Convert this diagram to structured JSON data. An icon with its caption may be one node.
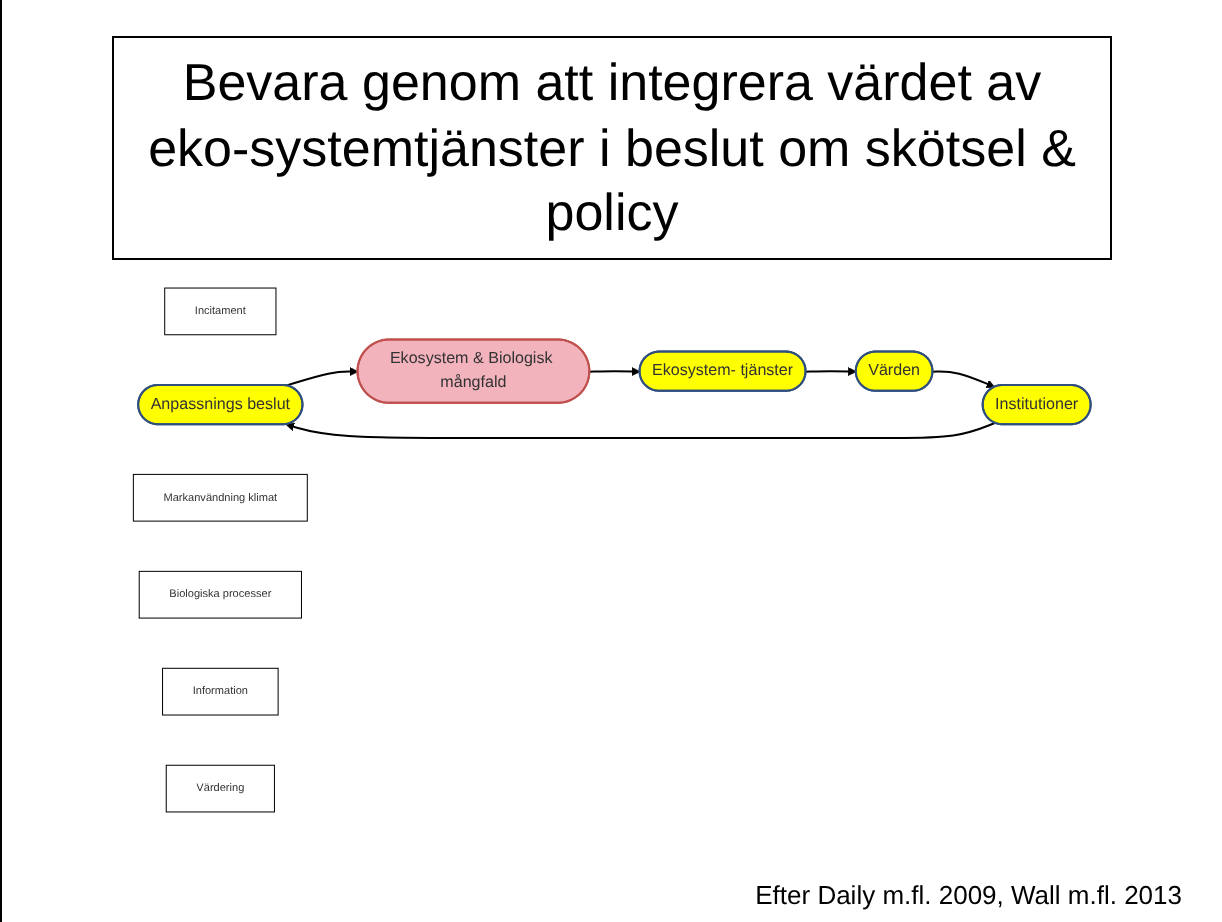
{
  "diagram": {
    "title": "Bevara genom att integrera värdet av eko-systemtjänster i beslut om skötsel & policy",
    "caption": "Efter Daily m.fl. 2009, Wall m.fl. 2013",
    "nodes": [
      {
        "text": [
          "Incitament"
        ]
      },
      {
        "text": [
          "Anpassnings beslut"
        ]
      },
      {
        "text": [
          "Markanvändning klimat"
        ]
      },
      {
        "text": [
          "Institutioner"
        ]
      },
      {
        "text": [
          "Ekosystem & Biologisk mångfald"
        ]
      },
      {
        "text": [
          "Biologiska processer"
        ]
      },
      {
        "text": [
          "Information"
        ]
      },
      {
        "text": [
          "Värden"
        ]
      },
      {
        "text": [
          "Ekosystem- tjänster"
        ]
      },
      {
        "text": [
          "Värdering"
        ]
      }
    ],
    "edges": [
      {
        "from": 1,
        "to": 4,
        "arrow": "to"
      },
      {
        "from": 4,
        "to": 8,
        "arrow": "to"
      },
      {
        "from": 8,
        "to": 7,
        "arrow": "to"
      },
      {
        "from": 7,
        "to": 3,
        "arrow": "to"
      },
      {
        "from": 3,
        "to": 1,
        "arrow": "to"
      }
    ]
  }
}
